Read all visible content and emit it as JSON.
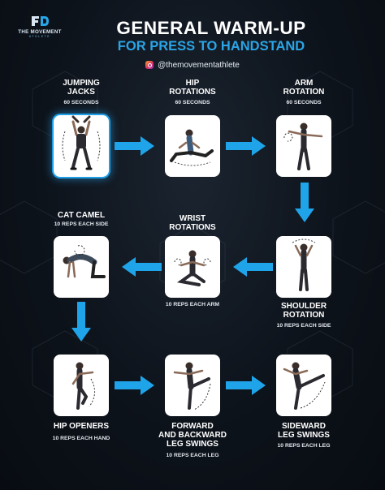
{
  "brand": {
    "name": "THE MOVEMENT",
    "sub": "ATHLETE"
  },
  "header": {
    "title": "GENERAL WARM-UP",
    "subtitle": "FOR PRESS TO HANDSTAND",
    "handle": "@themovementathlete"
  },
  "colors": {
    "accent": "#2aa5e6",
    "arrow": "#1fa4ea",
    "background": "#0d131b"
  },
  "exercises": [
    {
      "name_line1": "JUMPING",
      "name_line2": "JACKS",
      "detail": "60 SECONDS"
    },
    {
      "name_line1": "HIP",
      "name_line2": "ROTATIONS",
      "detail": "60 SECONDS"
    },
    {
      "name_line1": "ARM",
      "name_line2": "ROTATION",
      "detail": "60 SECONDS"
    },
    {
      "name_line1": "SHOULDER",
      "name_line2": "ROTATION",
      "detail": "10 REPS EACH SIDE"
    },
    {
      "name_line1": "WRIST",
      "name_line2": "ROTATIONS",
      "detail": "10 REPS EACH ARM"
    },
    {
      "name_line1": "CAT CAMEL",
      "detail": "10 REPS EACH SIDE"
    },
    {
      "name_line1": "HIP OPENERS",
      "detail": "10 REPS EACH HAND"
    },
    {
      "name_line1": "FORWARD",
      "name_line2": "AND BACKWARD",
      "name_line3": "LEG SWINGS",
      "detail": "10 REPS EACH LEG"
    },
    {
      "name_line1": "SIDEWARD",
      "name_line2": "LEG SWINGS",
      "detail": "10 REPS EACH LEG"
    }
  ]
}
